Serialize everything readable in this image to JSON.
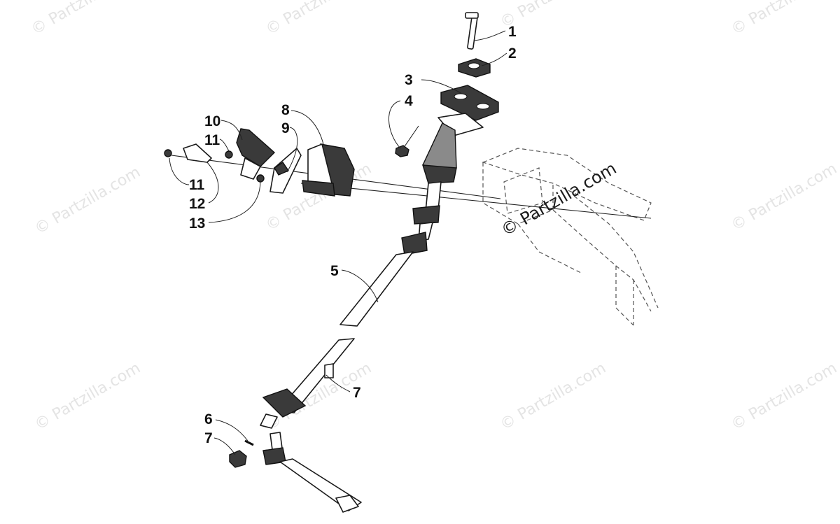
{
  "watermark": {
    "text": "© Partzilla.com",
    "color": "#e4e4e4",
    "strong_color": "#1a1a1a"
  },
  "callouts": [
    {
      "id": "c1",
      "label": "1"
    },
    {
      "id": "c2",
      "label": "2"
    },
    {
      "id": "c3",
      "label": "3"
    },
    {
      "id": "c4",
      "label": "4"
    },
    {
      "id": "c5",
      "label": "5"
    },
    {
      "id": "c6",
      "label": "6"
    },
    {
      "id": "c7a",
      "label": "7"
    },
    {
      "id": "c7b",
      "label": "7"
    },
    {
      "id": "c8",
      "label": "8"
    },
    {
      "id": "c9",
      "label": "9"
    },
    {
      "id": "c10",
      "label": "10"
    },
    {
      "id": "c11a",
      "label": "11"
    },
    {
      "id": "c11b",
      "label": "11"
    },
    {
      "id": "c12",
      "label": "12"
    },
    {
      "id": "c13",
      "label": "13"
    }
  ]
}
